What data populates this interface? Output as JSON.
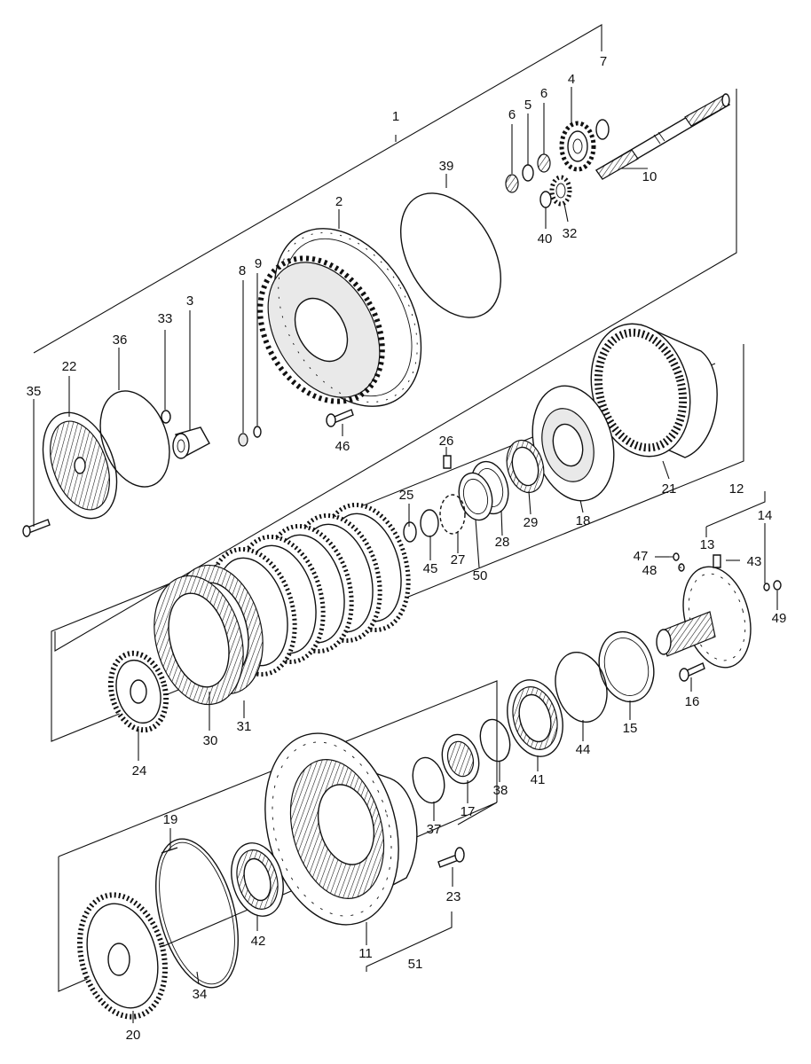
{
  "callouts": [
    "1",
    "2",
    "3",
    "4",
    "5",
    "6",
    "6",
    "7",
    "8",
    "9",
    "10",
    "11",
    "12",
    "13",
    "14",
    "15",
    "16",
    "17",
    "18",
    "19",
    "20",
    "21",
    "22",
    "23",
    "24",
    "25",
    "26",
    "27",
    "28",
    "29",
    "30",
    "31",
    "32",
    "33",
    "34",
    "35",
    "36",
    "37",
    "38",
    "39",
    "40",
    "41",
    "42",
    "43",
    "44",
    "45",
    "46",
    "47",
    "48",
    "49",
    "50",
    "51"
  ]
}
